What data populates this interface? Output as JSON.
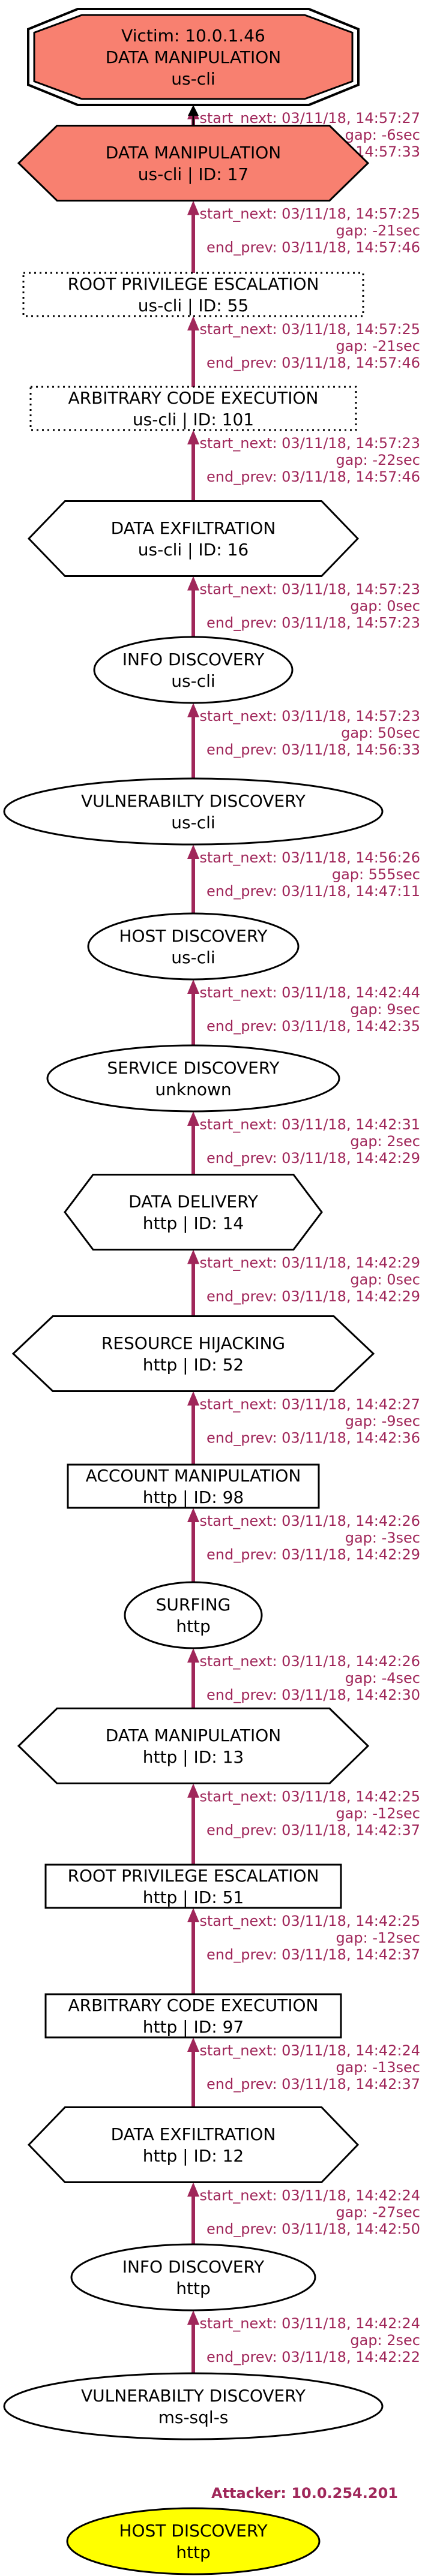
{
  "colors": {
    "edge": "#a0275a",
    "victim_fill": "#f88070",
    "attacker_fill": "#ffff00",
    "stroke": "#000000",
    "background": "#ffffff"
  },
  "attacker_label": "Attacker: 10.0.254.201",
  "nodes": [
    {
      "shape": "double-octagon",
      "line1": "Victim: 10.0.1.46",
      "line2": "DATA MANIPULATION",
      "line3": "us-cli",
      "fill": "#f88070",
      "style": "solid"
    },
    {
      "shape": "hexagon",
      "line1": "DATA MANIPULATION",
      "line2": "us-cli | ID: 17",
      "fill": "#f88070",
      "style": "solid"
    },
    {
      "shape": "box",
      "line1": "ROOT PRIVILEGE ESCALATION",
      "line2": "us-cli | ID: 55",
      "fill": "#ffffff",
      "style": "dotted"
    },
    {
      "shape": "box",
      "line1": "ARBITRARY CODE EXECUTION",
      "line2": "us-cli | ID: 101",
      "fill": "#ffffff",
      "style": "dotted"
    },
    {
      "shape": "hexagon",
      "line1": "DATA EXFILTRATION",
      "line2": "us-cli | ID: 16",
      "fill": "#ffffff",
      "style": "solid"
    },
    {
      "shape": "ellipse",
      "line1": "INFO DISCOVERY",
      "line2": "us-cli",
      "fill": "#ffffff",
      "style": "solid"
    },
    {
      "shape": "ellipse",
      "line1": "VULNERABILTY DISCOVERY",
      "line2": "us-cli",
      "fill": "#ffffff",
      "style": "solid"
    },
    {
      "shape": "ellipse",
      "line1": "HOST DISCOVERY",
      "line2": "us-cli",
      "fill": "#ffffff",
      "style": "solid"
    },
    {
      "shape": "ellipse",
      "line1": "SERVICE DISCOVERY",
      "line2": "unknown",
      "fill": "#ffffff",
      "style": "solid"
    },
    {
      "shape": "hexagon",
      "line1": "DATA DELIVERY",
      "line2": "http | ID: 14",
      "fill": "#ffffff",
      "style": "solid"
    },
    {
      "shape": "hexagon",
      "line1": "RESOURCE HIJACKING",
      "line2": "http | ID: 52",
      "fill": "#ffffff",
      "style": "solid"
    },
    {
      "shape": "box",
      "line1": "ACCOUNT MANIPULATION",
      "line2": "http | ID: 98",
      "fill": "#ffffff",
      "style": "solid"
    },
    {
      "shape": "ellipse",
      "line1": "SURFING",
      "line2": "http",
      "fill": "#ffffff",
      "style": "solid"
    },
    {
      "shape": "hexagon",
      "line1": "DATA MANIPULATION",
      "line2": "http | ID: 13",
      "fill": "#ffffff",
      "style": "solid"
    },
    {
      "shape": "box",
      "line1": "ROOT PRIVILEGE ESCALATION",
      "line2": "http | ID: 51",
      "fill": "#ffffff",
      "style": "solid"
    },
    {
      "shape": "box",
      "line1": "ARBITRARY CODE EXECUTION",
      "line2": "http | ID: 97",
      "fill": "#ffffff",
      "style": "solid"
    },
    {
      "shape": "hexagon",
      "line1": "DATA EXFILTRATION",
      "line2": "http | ID: 12",
      "fill": "#ffffff",
      "style": "solid"
    },
    {
      "shape": "ellipse",
      "line1": "INFO DISCOVERY",
      "line2": "http",
      "fill": "#ffffff",
      "style": "solid"
    },
    {
      "shape": "ellipse",
      "line1": "VULNERABILTY DISCOVERY",
      "line2": "ms-sql-s",
      "fill": "#ffffff",
      "style": "solid"
    },
    {
      "shape": "ellipse",
      "line1": "HOST DISCOVERY",
      "line2": "http",
      "fill": "#ffff00",
      "style": "solid"
    }
  ],
  "edges": [
    {
      "start_next": "start_next: 03/11/18, 14:57:27",
      "gap": "gap: -6sec",
      "end_prev": "end_prev: 03/11/18, 14:57:33"
    },
    {
      "start_next": "start_next: 03/11/18, 14:57:25",
      "gap": "gap: -21sec",
      "end_prev": "end_prev: 03/11/18, 14:57:46"
    },
    {
      "start_next": "start_next: 03/11/18, 14:57:25",
      "gap": "gap: -21sec",
      "end_prev": "end_prev: 03/11/18, 14:57:46"
    },
    {
      "start_next": "start_next: 03/11/18, 14:57:23",
      "gap": "gap: -22sec",
      "end_prev": "end_prev: 03/11/18, 14:57:46"
    },
    {
      "start_next": "start_next: 03/11/18, 14:57:23",
      "gap": "gap: 0sec",
      "end_prev": "end_prev: 03/11/18, 14:57:23"
    },
    {
      "start_next": "start_next: 03/11/18, 14:57:23",
      "gap": "gap: 50sec",
      "end_prev": "end_prev: 03/11/18, 14:56:33"
    },
    {
      "start_next": "start_next: 03/11/18, 14:56:26",
      "gap": "gap: 555sec",
      "end_prev": "end_prev: 03/11/18, 14:47:11"
    },
    {
      "start_next": "start_next: 03/11/18, 14:42:44",
      "gap": "gap: 9sec",
      "end_prev": "end_prev: 03/11/18, 14:42:35"
    },
    {
      "start_next": "start_next: 03/11/18, 14:42:31",
      "gap": "gap: 2sec",
      "end_prev": "end_prev: 03/11/18, 14:42:29"
    },
    {
      "start_next": "start_next: 03/11/18, 14:42:29",
      "gap": "gap: 0sec",
      "end_prev": "end_prev: 03/11/18, 14:42:29"
    },
    {
      "start_next": "start_next: 03/11/18, 14:42:27",
      "gap": "gap: -9sec",
      "end_prev": "end_prev: 03/11/18, 14:42:36"
    },
    {
      "start_next": "start_next: 03/11/18, 14:42:26",
      "gap": "gap: -3sec",
      "end_prev": "end_prev: 03/11/18, 14:42:29"
    },
    {
      "start_next": "start_next: 03/11/18, 14:42:26",
      "gap": "gap: -4sec",
      "end_prev": "end_prev: 03/11/18, 14:42:30"
    },
    {
      "start_next": "start_next: 03/11/18, 14:42:25",
      "gap": "gap: -12sec",
      "end_prev": "end_prev: 03/11/18, 14:42:37"
    },
    {
      "start_next": "start_next: 03/11/18, 14:42:25",
      "gap": "gap: -12sec",
      "end_prev": "end_prev: 03/11/18, 14:42:37"
    },
    {
      "start_next": "start_next: 03/11/18, 14:42:24",
      "gap": "gap: -13sec",
      "end_prev": "end_prev: 03/11/18, 14:42:37"
    },
    {
      "start_next": "start_next: 03/11/18, 14:42:24",
      "gap": "gap: -27sec",
      "end_prev": "end_prev: 03/11/18, 14:42:50"
    },
    {
      "start_next": "start_next: 03/11/18, 14:42:24",
      "gap": "gap: 2sec",
      "end_prev": "end_prev: 03/11/18, 14:42:22"
    }
  ]
}
